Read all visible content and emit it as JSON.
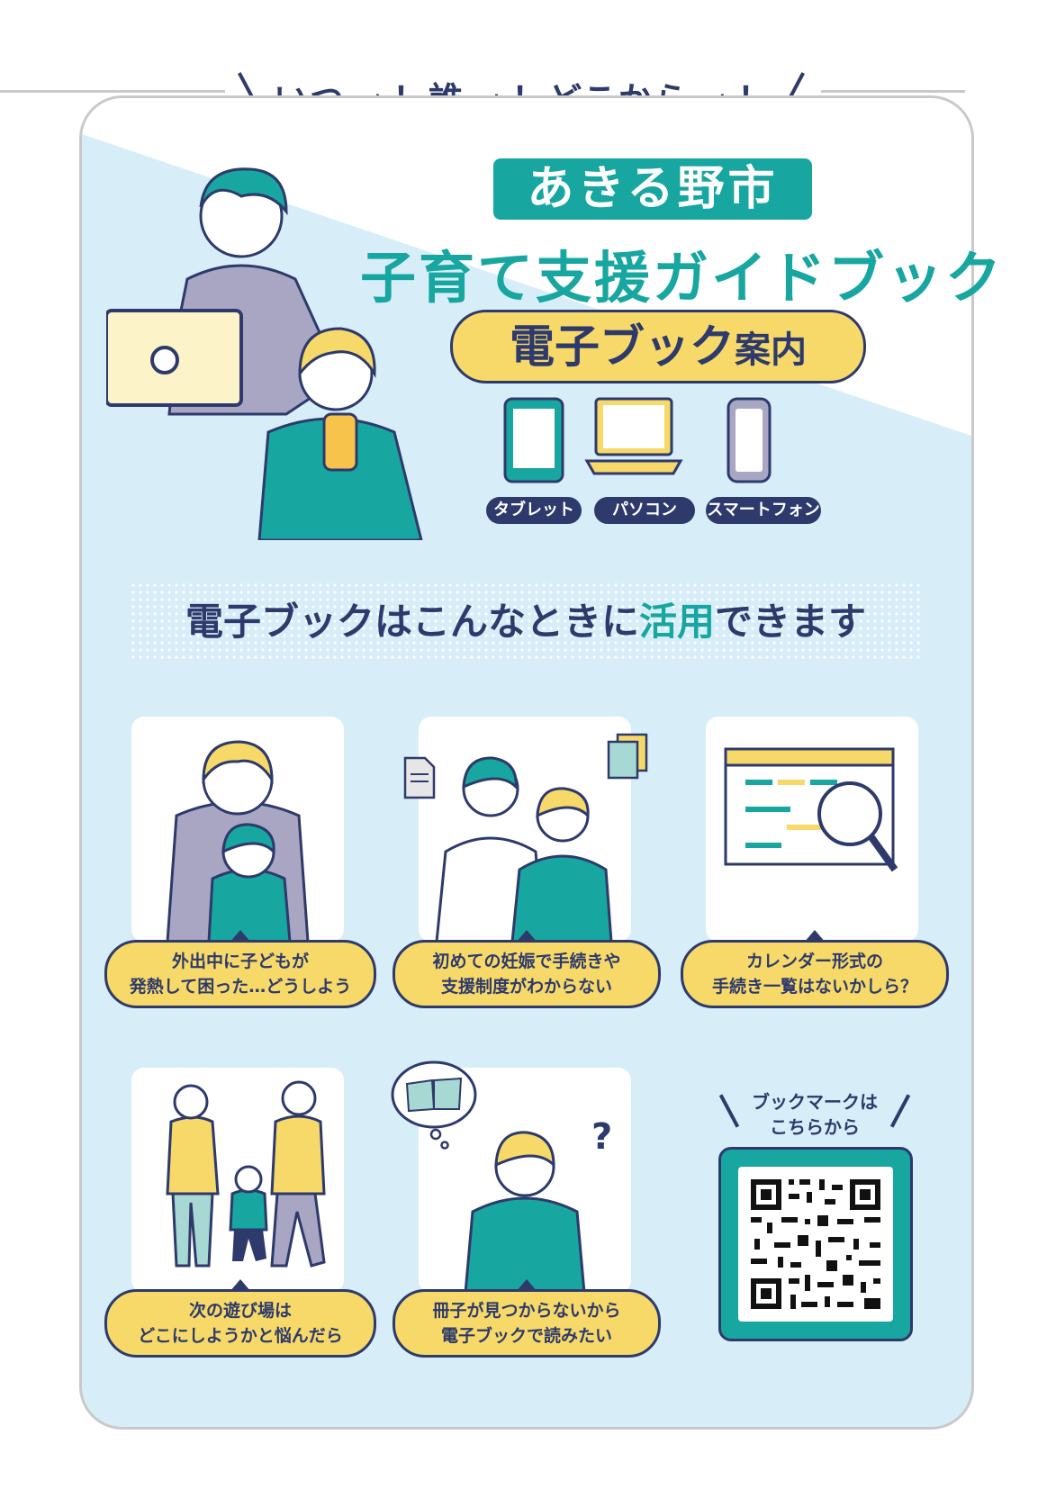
{
  "tagline": {
    "p1": "いつ",
    "s1": "でも",
    "p2": "！誰",
    "s2": "でも",
    "p3": "！どこから",
    "s3": "でも",
    "p4": "！"
  },
  "title": {
    "city": "あきる野市",
    "main": "子育て支援ガイドブック",
    "badge_main": "電子ブック",
    "badge_sub": "案内"
  },
  "devices": [
    {
      "label": "タブレット"
    },
    {
      "label": "パソコン"
    },
    {
      "label": "スマートフォン"
    }
  ],
  "usage": {
    "pre": "電子ブックはこんなときに",
    "highlight": "活用",
    "post": "できます"
  },
  "scenarios": [
    {
      "line1": "外出中に子どもが",
      "line2": "発熱して困った…どうしよう"
    },
    {
      "line1": "初めての妊娠で手続きや",
      "line2": "支援制度がわからない"
    },
    {
      "line1": "カレンダー形式の",
      "line2": "手続き一覧はないかしら？"
    },
    {
      "line1": "次の遊び場は",
      "line2": "どこにしようかと悩んだら"
    },
    {
      "line1": "冊子が見つからないから",
      "line2": "電子ブックで読みたい"
    }
  ],
  "bookmark": {
    "line1": "ブックマークは",
    "line2": "こちらから"
  },
  "colors": {
    "teal": "#17a6a0",
    "navy": "#2d3a6b",
    "yellow": "#f7d96a",
    "light_blue": "#d7eef9"
  }
}
